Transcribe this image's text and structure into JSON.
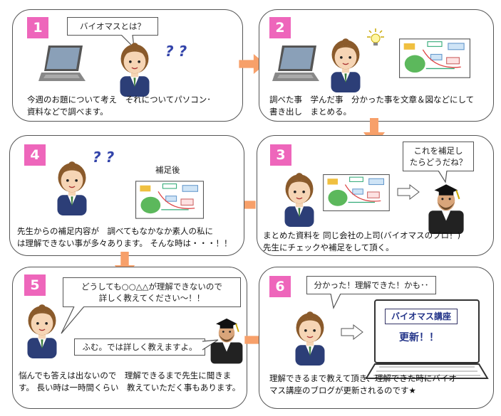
{
  "steps": [
    {
      "number": "1",
      "caption": "今週のお題について考え　それについてパソコン･\n資料などで調べます。",
      "bubble": "バイオマスとは？",
      "marks": "? ?"
    },
    {
      "number": "2",
      "caption": "調べた事　学んだ事　分かった事を文章＆図などにして\n書き出し　まとめる。"
    },
    {
      "number": "3",
      "caption": "まとめた資料を 同じ会社の上司(バイオマスのプロ！)\n先生にチェックや補足をして頂く。",
      "bubble": "これを補足し\nたらどうだね？"
    },
    {
      "number": "4",
      "caption": "先生からの補足内容が　調べてもなかなか素人の私に\nは理解できない事が多々あります。 そんな時は・・・！！",
      "label": "補足後",
      "marks": "? ?"
    },
    {
      "number": "5",
      "caption": "悩んでも答えは出ないので　理解できるまで先生に聞きま\nす。 長い時は一時間くらい　教えていただく事もあります。",
      "bubble_student": "どうしても○○△△が理解できないので\n詳しく教えてください～！！",
      "bubble_teacher": "ふむ。では詳しく教えますよ。"
    },
    {
      "number": "6",
      "caption": "理解できるまで教えて頂き、理解できた時にバイオ\nマス講座のブログが更新されるのです★",
      "bubble": "分かった！理解できた！かも･･",
      "screen_title": "バイオマス講座",
      "screen_sub": "更新！！"
    }
  ],
  "colors": {
    "badge": "#ee66bb",
    "arrow": "#f7a06a",
    "skin": "#f6d5b5",
    "hair": "#8a5a2b",
    "uniform": "#2c3e77"
  }
}
